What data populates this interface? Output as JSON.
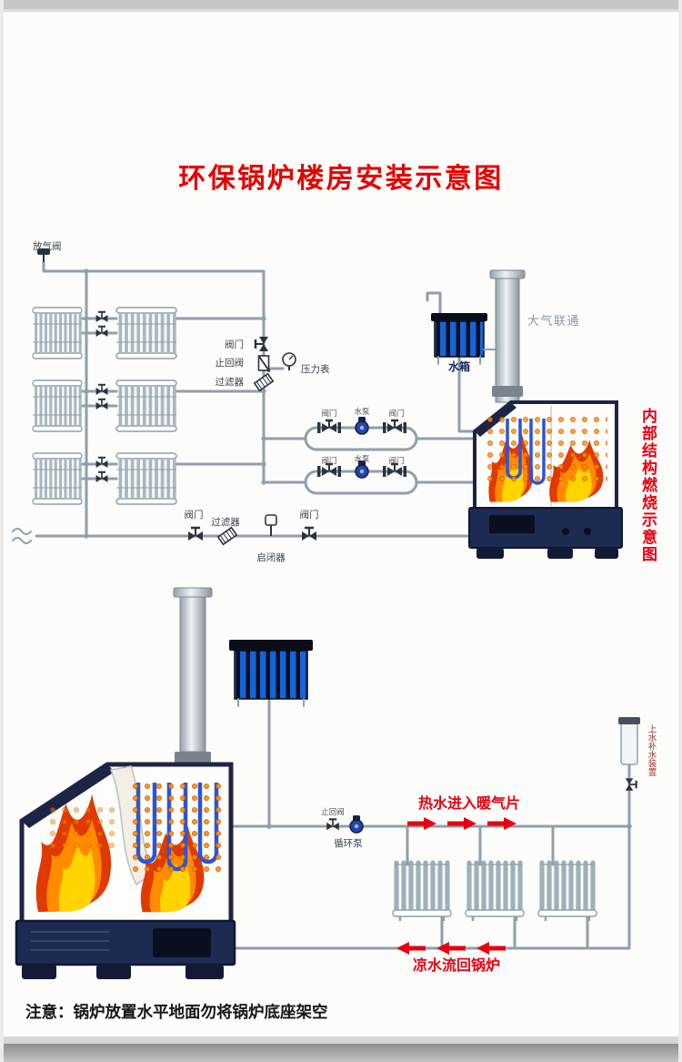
{
  "title": "环保锅炉楼房安装示意图",
  "note": "注意：锅炉放置水平地面勿将锅炉底座架空",
  "top": {
    "labels": {
      "air_valve": "放气阀",
      "valve_main": "阀门",
      "check_valve": "止回阀",
      "filter_main": "过滤器",
      "pressure_gauge": "压力表",
      "valve_return_left": "阀门",
      "filter_return": "过滤器",
      "opener": "启闭器",
      "valve_return_right": "阀门",
      "water_tank": "水箱",
      "atmosphere_link": "大气联通",
      "side_caption": "内部结构燃烧示意图"
    },
    "pump_rows": [
      [
        "阀门",
        "水泵",
        "阀门"
      ],
      [
        "阀门",
        "水泵",
        "阀门"
      ]
    ]
  },
  "bottom": {
    "labels": {
      "check_valve": "止回阀",
      "circulation_pump": "循环泵",
      "hot_water_arrow": "热水进入暖气片",
      "cold_water_arrow": "凉水流回锅炉",
      "water_refill": "上水补水装置"
    }
  },
  "colors": {
    "title_red": "#e60000",
    "label_red": "#e60012",
    "pipe_grey": "#8ea0ac",
    "tank_blue": "#1565d8",
    "boiler_navy": "#1d2a52",
    "flame_orange": "#ff8c00"
  }
}
